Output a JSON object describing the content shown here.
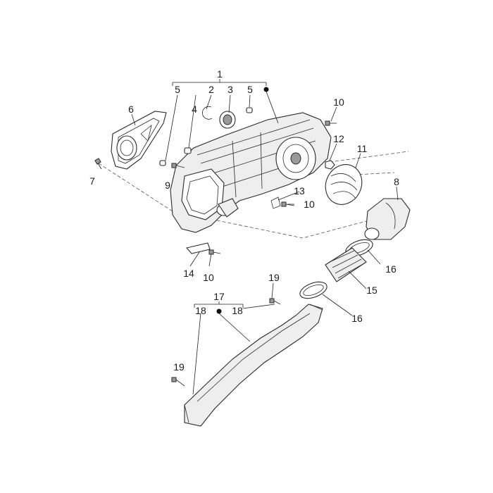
{
  "labels": {
    "l1": "1",
    "l2": "2",
    "l3": "3",
    "l4": "4",
    "l5a": "5",
    "l5b": "5",
    "l6": "6",
    "l7": "7",
    "l8": "8",
    "l9": "9",
    "l10a": "10",
    "l10b": "10",
    "l10c": "10",
    "l11": "11",
    "l12": "12",
    "l13": "13",
    "l14": "14",
    "l15": "15",
    "l16a": "16",
    "l16b": "16",
    "l17": "17",
    "l18a": "18",
    "l18b": "18",
    "l19a": "19",
    "l19b": "19"
  },
  "colors": {
    "line": "#2a2a2a",
    "part_fill": "#eeeeee",
    "background": "#ffffff"
  }
}
